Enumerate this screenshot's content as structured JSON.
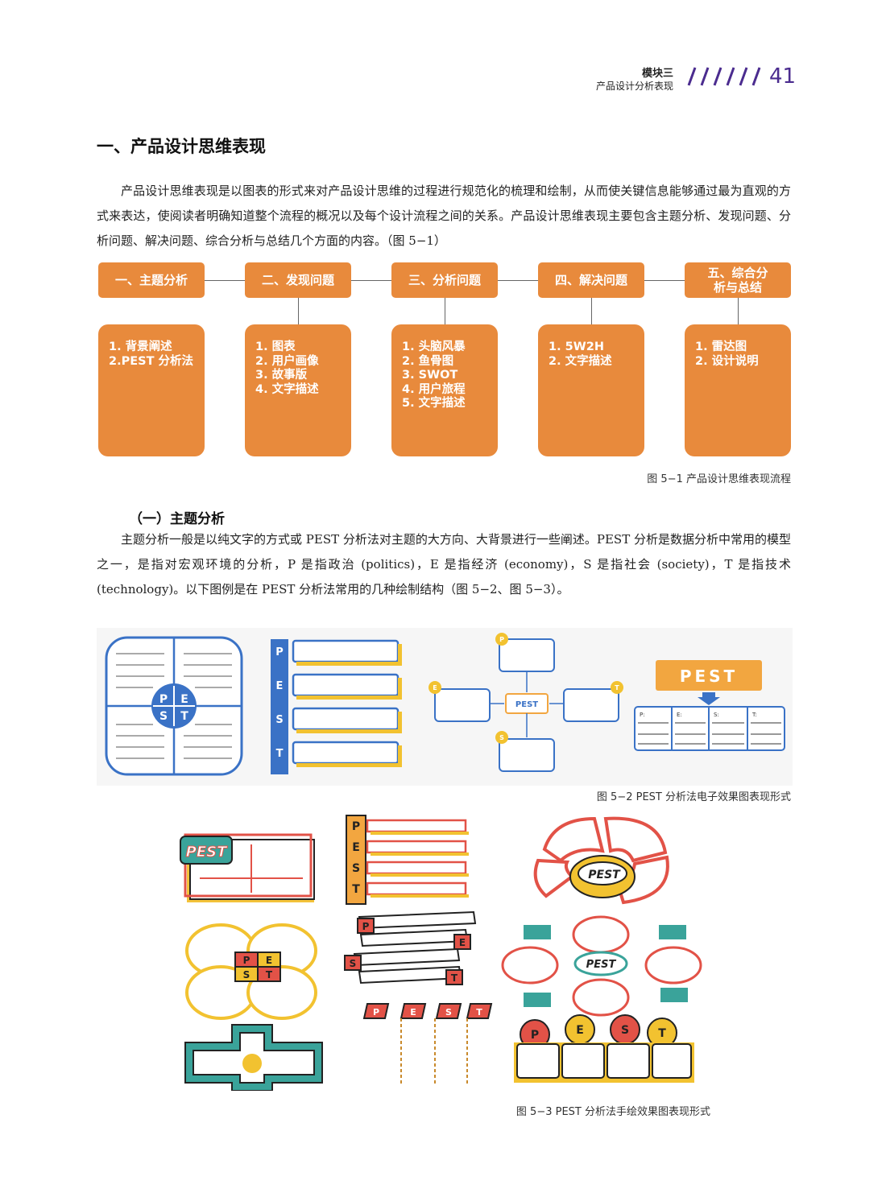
{
  "header": {
    "module": "模块三",
    "subtitle": "产品设计分析表现",
    "page_number": "41",
    "accent_color": "#4b2c8f"
  },
  "section": {
    "heading": "一、产品设计思维表现",
    "intro": "产品设计思维表现是以图表的形式来对产品设计思维的过程进行规范化的梳理和绘制，从而使关键信息能够通过最为直观的方式来表达，使阅读者明确知道整个流程的概况以及每个设计流程之间的关系。产品设计思维表现主要包含主题分析、发现问题、分析问题、解决问题、综合分析与总结几个方面的内容。（图 5−1）"
  },
  "flow": {
    "box_color": "#e88a3c",
    "steps": [
      {
        "title": "一、主题分析",
        "items": [
          "1. 背景阐述",
          "2.PEST 分析法"
        ]
      },
      {
        "title": "二、发现问题",
        "items": [
          "1. 图表",
          "2. 用户画像",
          "3. 故事版",
          "4. 文字描述"
        ]
      },
      {
        "title": "三、分析问题",
        "items": [
          "1. 头脑风暴",
          "2. 鱼骨图",
          "3. SWOT",
          "4. 用户旅程",
          "5. 文字描述"
        ]
      },
      {
        "title": "四、解决问题",
        "items": [
          "1. 5W2H",
          "2. 文字描述"
        ]
      },
      {
        "title": "五、综合分析与总结",
        "items": [
          "1. 雷达图",
          "2. 设计说明"
        ]
      }
    ],
    "caption": "图 5−1 产品设计思维表现流程"
  },
  "subsection": {
    "heading": "（一）主题分析",
    "text": "主题分析一般是以纯文字的方式或 PEST 分析法对主题的大方向、大背景进行一些阐述。PEST 分析是数据分析中常用的模型之一，是指对宏观环境的分析，P 是指政治 (politics)，E 是指经济 (economy)，S 是指社会 (society)，T 是指技术 (technology)。以下图例是在 PEST 分析法常用的几种绘制结构（图 5−2、图 5−3）。"
  },
  "figure_5_2": {
    "caption": "图 5−2 PEST 分析法电子效果图表现形式",
    "letters": [
      "P",
      "E",
      "S",
      "T"
    ],
    "center_label": "PEST",
    "banner_label": "PEST",
    "table_headers": [
      "P:",
      "E:",
      "S:",
      "T:"
    ]
  },
  "figure_5_3": {
    "caption": "图 5−3 PEST 分析法手绘效果图表现形式",
    "letters": [
      "P",
      "E",
      "S",
      "T"
    ],
    "label": "PEST"
  }
}
